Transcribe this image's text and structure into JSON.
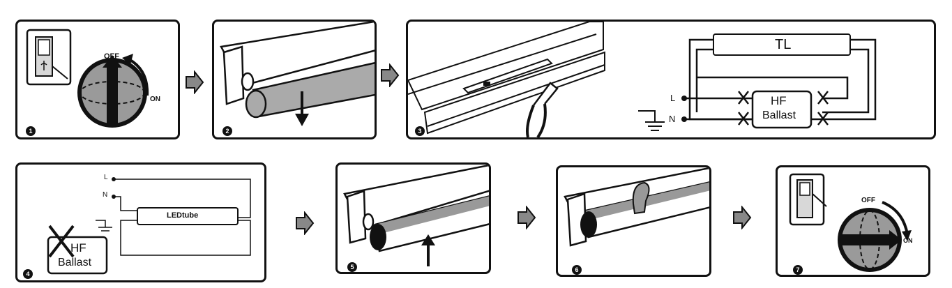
{
  "steps": [
    {
      "number": "1"
    },
    {
      "number": "2"
    },
    {
      "number": "3"
    },
    {
      "number": "4"
    },
    {
      "number": "5"
    },
    {
      "number": "6"
    },
    {
      "number": "7"
    }
  ],
  "switch": {
    "off_label": "OFF",
    "on_label": "ON"
  },
  "wiring": {
    "tube_label": "TL",
    "line_label": "L",
    "neutral_label": "N",
    "ballast_line1": "HF",
    "ballast_line2": "Ballast"
  },
  "led": {
    "line_label": "L",
    "neutral_label": "N",
    "tube_label": "LEDtube",
    "ballast_line1": "HF",
    "ballast_line2": "Ballast"
  },
  "switch_end": {
    "off_label": "OFF",
    "on_label": "ON"
  }
}
